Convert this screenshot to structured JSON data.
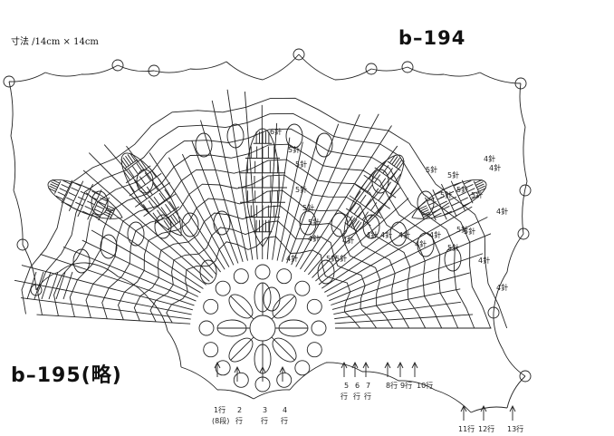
{
  "header": {
    "size_note": "寸法 /14cm × 14cm",
    "pattern_id": "b–194",
    "pattern_id_alt": "b–195(略)"
  },
  "stitch_labels": {
    "needle": "針",
    "top_marks": [
      "6",
      "5",
      "5",
      "5",
      "5",
      "5",
      "4",
      "4",
      "4",
      "5",
      "4",
      "5",
      "5",
      "5",
      "5",
      "5",
      "5",
      "4",
      "4",
      "4"
    ],
    "bottom_cluster_marks": [
      "5",
      "4",
      "4",
      "4",
      "4",
      "5",
      "5",
      "4",
      "4"
    ]
  },
  "row_labels": {
    "left": [
      {
        "num": "1行",
        "sub": "(8段)"
      },
      {
        "num": "2",
        "sub": "行"
      },
      {
        "num": "3",
        "sub": "行"
      },
      {
        "num": "4",
        "sub": "行"
      }
    ],
    "middle_nums": [
      "5",
      "6",
      "7",
      "8行",
      "9行",
      "10行"
    ],
    "middle_subs": [
      "行",
      "行",
      "行"
    ],
    "right": [
      "11行",
      "12行",
      "13行"
    ]
  },
  "colors": {
    "ink": "#222222",
    "paper": "#ffffff"
  }
}
